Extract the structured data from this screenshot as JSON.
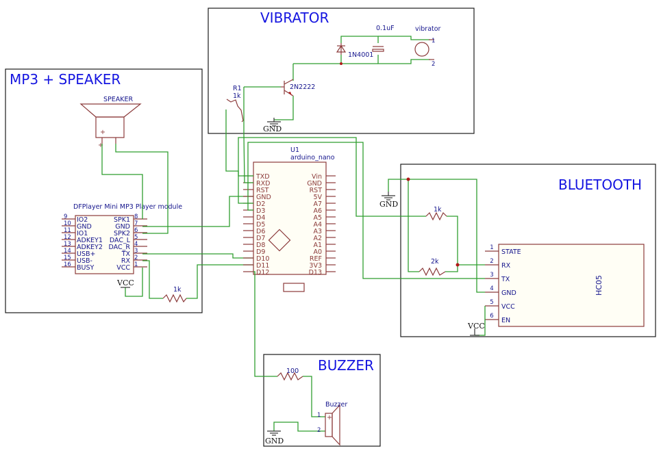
{
  "sections": {
    "vibrator": "VIBRATOR",
    "mp3": "MP3 + SPEAKER",
    "bluetooth": "BLUETOOTH",
    "buzzer": "BUZZER"
  },
  "vibrator": {
    "cap_value": "0.1uF",
    "motor_label": "vibrator",
    "motor_pin1": "1",
    "motor_pin2": "2",
    "diode": "1N4001",
    "transistor": "2N2222",
    "resistor_ref": "R1",
    "resistor_value": "1k",
    "gnd": "GND"
  },
  "mp3": {
    "speaker_label": "SPEAKER",
    "module_label": "DFPlayer Mini MP3 Player module",
    "vcc": "VCC",
    "rx_resistor": "1k",
    "left_pins": [
      {
        "num": "9",
        "name": "IO2"
      },
      {
        "num": "10",
        "name": "GND"
      },
      {
        "num": "11",
        "name": "IO1"
      },
      {
        "num": "12",
        "name": "ADKEY1"
      },
      {
        "num": "13",
        "name": "ADKEY2"
      },
      {
        "num": "14",
        "name": "USB+"
      },
      {
        "num": "15",
        "name": "USB-"
      },
      {
        "num": "16",
        "name": "BUSY"
      }
    ],
    "right_pins": [
      {
        "num": "8",
        "name": "SPK1"
      },
      {
        "num": "7",
        "name": "GND"
      },
      {
        "num": "6",
        "name": "SPK2"
      },
      {
        "num": "5",
        "name": "DAC_L"
      },
      {
        "num": "4",
        "name": "DAC_R"
      },
      {
        "num": "3",
        "name": "TX"
      },
      {
        "num": "2",
        "name": "RX"
      },
      {
        "num": "1",
        "name": "VCC"
      }
    ]
  },
  "arduino": {
    "ref": "U1",
    "name": "arduino_nano",
    "left_pins": [
      "TXD",
      "RXD",
      "RST",
      "GND",
      "D2",
      "D3",
      "D4",
      "D5",
      "D6",
      "D7",
      "D8",
      "D9",
      "D10",
      "D11",
      "D12"
    ],
    "right_pins": [
      "Vin",
      "GND",
      "RST",
      "5V",
      "A7",
      "A6",
      "A5",
      "A4",
      "A3",
      "A2",
      "A1",
      "A0",
      "REF",
      "3V3",
      "D13"
    ]
  },
  "bluetooth": {
    "module": "HC05",
    "r1": "1k",
    "r2": "2k",
    "gnd": "GND",
    "vcc": "VCC",
    "pins": [
      {
        "num": "1",
        "name": "STATE"
      },
      {
        "num": "2",
        "name": "RX"
      },
      {
        "num": "3",
        "name": "TX"
      },
      {
        "num": "4",
        "name": "GND"
      },
      {
        "num": "5",
        "name": "VCC"
      },
      {
        "num": "6",
        "name": "EN"
      }
    ]
  },
  "buzzer": {
    "resistor": "100",
    "label": "Buzzer",
    "pin1": "1",
    "pin2": "2",
    "gnd": "GND"
  }
}
